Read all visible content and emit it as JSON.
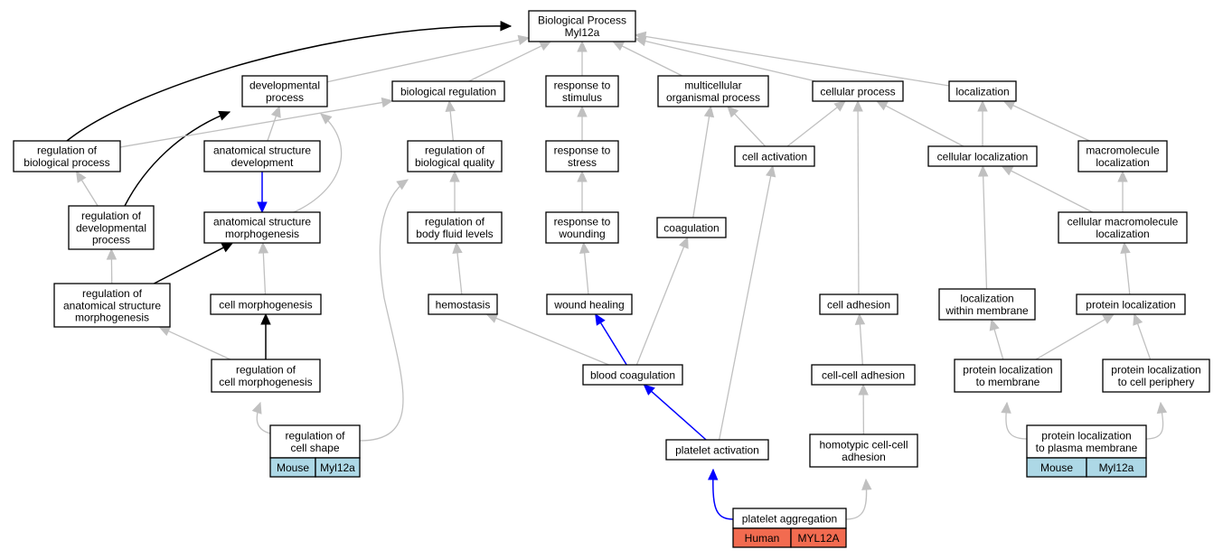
{
  "colors": {
    "mouse_annotation": "#add8e6",
    "human_annotation": "#f26b50",
    "edge_default": "#c0c0c0",
    "edge_highlight_black": "#000000",
    "edge_highlight_blue": "#0000ff"
  },
  "nodes": {
    "bp": [
      "Biological Process",
      "Myl12a"
    ],
    "dev_proc": [
      "developmental",
      "process"
    ],
    "bio_reg": [
      "biological regulation"
    ],
    "resp_stim": [
      "response to",
      "stimulus"
    ],
    "multicell": [
      "multicellular",
      "organismal process"
    ],
    "cell_proc": [
      "cellular process"
    ],
    "localization": [
      "localization"
    ],
    "reg_bio_proc": [
      "regulation of",
      "biological process"
    ],
    "anat_dev": [
      "anatomical structure",
      "development"
    ],
    "reg_bio_qual": [
      "regulation of",
      "biological quality"
    ],
    "resp_stress": [
      "response to",
      "stress"
    ],
    "cell_act": [
      "cell activation"
    ],
    "cell_loc": [
      "cellular localization"
    ],
    "macro_loc": [
      "macromolecule",
      "localization"
    ],
    "reg_dev_proc": [
      "regulation of",
      "developmental",
      "process"
    ],
    "anat_morph": [
      "anatomical structure",
      "morphogenesis"
    ],
    "reg_body_fluid": [
      "regulation of",
      "body fluid levels"
    ],
    "resp_wound": [
      "response to",
      "wounding"
    ],
    "coag": [
      "coagulation"
    ],
    "cell_macro_loc": [
      "cellular macromolecule",
      "localization"
    ],
    "reg_anat_morph": [
      "regulation of",
      "anatomical structure",
      "morphogenesis"
    ],
    "cell_morph": [
      "cell morphogenesis"
    ],
    "hemostasis": [
      "hemostasis"
    ],
    "wound_heal": [
      "wound healing"
    ],
    "cell_adh": [
      "cell adhesion"
    ],
    "loc_within_mem": [
      "localization",
      "within membrane"
    ],
    "prot_loc": [
      "protein localization"
    ],
    "reg_cell_morph": [
      "regulation of",
      "cell morphogenesis"
    ],
    "blood_coag": [
      "blood coagulation"
    ],
    "cc_adh": [
      "cell-cell adhesion"
    ],
    "prot_loc_mem": [
      "protein localization",
      "to membrane"
    ],
    "prot_loc_periph": [
      "protein localization",
      "to cell periphery"
    ],
    "reg_cell_shape": [
      "regulation of",
      "cell shape"
    ],
    "plt_act": [
      "platelet activation"
    ],
    "homo_adh": [
      "homotypic cell-cell",
      "adhesion"
    ],
    "prot_loc_pm": [
      "protein localization",
      "to plasma membrane"
    ],
    "plt_agg": [
      "platelet aggregation"
    ]
  },
  "annotations": {
    "reg_cell_shape": [
      "Mouse",
      "Myl12a"
    ],
    "prot_loc_pm": [
      "Mouse",
      "Myl12a"
    ],
    "plt_agg": [
      "Human",
      "MYL12A"
    ]
  },
  "edges": [
    [
      "reg_bio_proc",
      "bp",
      "black"
    ],
    [
      "reg_dev_proc",
      "dev_proc",
      "black"
    ],
    [
      "anat_dev",
      "anat_morph",
      "blue"
    ],
    [
      "reg_anat_morph",
      "anat_morph",
      "black"
    ],
    [
      "reg_cell_morph",
      "cell_morph",
      "black"
    ],
    [
      "blood_coag",
      "wound_heal",
      "blue"
    ],
    [
      "plt_act",
      "blood_coag",
      "blue"
    ],
    [
      "plt_agg",
      "plt_act",
      "blue"
    ],
    [
      "dev_proc",
      "bp",
      "gray"
    ],
    [
      "bio_reg",
      "bp",
      "gray"
    ],
    [
      "resp_stim",
      "bp",
      "gray"
    ],
    [
      "multicell",
      "bp",
      "gray"
    ],
    [
      "cell_proc",
      "bp",
      "gray"
    ],
    [
      "localization",
      "bp",
      "gray"
    ],
    [
      "reg_bio_proc",
      "bio_reg",
      "gray"
    ],
    [
      "anat_dev",
      "dev_proc",
      "gray"
    ],
    [
      "anat_morph",
      "dev_proc",
      "gray"
    ],
    [
      "reg_bio_qual",
      "bio_reg",
      "gray"
    ],
    [
      "resp_stress",
      "resp_stim",
      "gray"
    ],
    [
      "cell_act",
      "multicell",
      "gray"
    ],
    [
      "cell_act",
      "cell_proc",
      "gray"
    ],
    [
      "cell_loc",
      "cell_proc",
      "gray"
    ],
    [
      "cell_loc",
      "localization",
      "gray"
    ],
    [
      "macro_loc",
      "localization",
      "gray"
    ],
    [
      "reg_dev_proc",
      "reg_bio_proc",
      "gray"
    ],
    [
      "reg_body_fluid",
      "reg_bio_qual",
      "gray"
    ],
    [
      "resp_wound",
      "resp_stress",
      "gray"
    ],
    [
      "coag",
      "multicell",
      "gray"
    ],
    [
      "cell_macro_loc",
      "cell_loc",
      "gray"
    ],
    [
      "cell_macro_loc",
      "macro_loc",
      "gray"
    ],
    [
      "reg_anat_morph",
      "reg_dev_proc",
      "gray"
    ],
    [
      "cell_morph",
      "anat_morph",
      "gray"
    ],
    [
      "hemostasis",
      "reg_body_fluid",
      "gray"
    ],
    [
      "wound_heal",
      "resp_wound",
      "gray"
    ],
    [
      "cell_adh",
      "cell_proc",
      "gray"
    ],
    [
      "loc_within_mem",
      "cell_loc",
      "gray"
    ],
    [
      "prot_loc",
      "cell_macro_loc",
      "gray"
    ],
    [
      "reg_cell_morph",
      "reg_anat_morph",
      "gray"
    ],
    [
      "blood_coag",
      "hemostasis",
      "gray"
    ],
    [
      "blood_coag",
      "coag",
      "gray"
    ],
    [
      "cc_adh",
      "cell_adh",
      "gray"
    ],
    [
      "prot_loc_mem",
      "loc_within_mem",
      "gray"
    ],
    [
      "prot_loc_mem",
      "prot_loc",
      "gray"
    ],
    [
      "prot_loc_periph",
      "prot_loc",
      "gray"
    ],
    [
      "reg_cell_shape",
      "reg_cell_morph",
      "gray"
    ],
    [
      "reg_cell_shape",
      "reg_bio_qual",
      "gray"
    ],
    [
      "plt_act",
      "cell_act",
      "gray"
    ],
    [
      "homo_adh",
      "cc_adh",
      "gray"
    ],
    [
      "prot_loc_pm",
      "prot_loc_mem",
      "gray"
    ],
    [
      "prot_loc_pm",
      "prot_loc_periph",
      "gray"
    ],
    [
      "plt_agg",
      "homo_adh",
      "gray"
    ]
  ]
}
